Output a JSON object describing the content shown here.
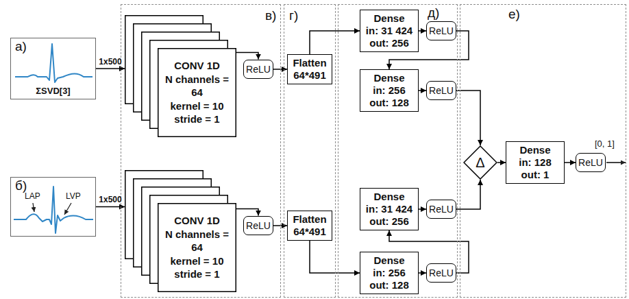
{
  "diagram": {
    "nodes": [
      {
        "text": [
          "а)",
          "ΣSVD[3]"
        ]
      },
      {
        "text": [
          "б)"
        ]
      },
      {
        "text": [
          "в)"
        ]
      },
      {
        "text": [
          "CONV 1D",
          "N channels = 64",
          "kernel = 10",
          "stride = 1"
        ],
        "in": 2
      },
      {
        "text": [
          "ReLU"
        ],
        "in": 2
      },
      {
        "text": [
          "CONV 1D",
          "N channels = 64",
          "kernel = 10",
          "stride = 1"
        ],
        "in": 2
      },
      {
        "text": [
          "ReLU"
        ],
        "in": 2
      },
      {
        "text": [
          "г)"
        ]
      },
      {
        "text": [
          "Flatten",
          "64*491"
        ],
        "in": 7
      },
      {
        "text": [
          "Flatten",
          "64*491"
        ],
        "in": 7
      },
      {
        "text": [
          "д)"
        ]
      },
      {
        "text": [
          "Dense",
          "in: 31 424",
          "out: 256"
        ],
        "in": 10
      },
      {
        "text": [
          "ReLU"
        ],
        "in": 10
      },
      {
        "text": [
          "Dense",
          "in: 256",
          "out: 128"
        ],
        "in": 10
      },
      {
        "text": [
          "ReLU"
        ],
        "in": 10
      },
      {
        "text": [
          "Dense",
          "in: 31 424",
          "out: 256"
        ],
        "in": 10
      },
      {
        "text": [
          "ReLU"
        ],
        "in": 10
      },
      {
        "text": [
          "Dense",
          "in: 256",
          "out: 128"
        ],
        "in": 10
      },
      {
        "text": [
          "ReLU"
        ],
        "in": 10
      },
      {
        "text": [
          "е)"
        ]
      },
      {
        "text": [
          "Δ"
        ],
        "in": 19
      },
      {
        "text": [
          "Dense",
          "in: 128",
          "out: 1"
        ],
        "in": 19
      },
      {
        "text": [
          "ReLU"
        ],
        "in": 19
      }
    ],
    "edges": [
      {
        "from": 0,
        "to": 3,
        "arrow": "to",
        "label": "1x500"
      },
      {
        "from": 1,
        "to": 5,
        "arrow": "to",
        "label": "1x500"
      },
      {
        "from": 3,
        "to": 4,
        "arrow": "to"
      },
      {
        "from": 4,
        "to": 8,
        "arrow": "to"
      },
      {
        "from": 5,
        "to": 6,
        "arrow": "to"
      },
      {
        "from": 6,
        "to": 9,
        "arrow": "to"
      },
      {
        "from": 8,
        "to": 11,
        "arrow": "to"
      },
      {
        "from": 11,
        "to": 12,
        "arrow": "to"
      },
      {
        "from": 12,
        "to": 13,
        "arrow": "to"
      },
      {
        "from": 13,
        "to": 14,
        "arrow": "to"
      },
      {
        "from": 14,
        "to": 20,
        "arrow": "to"
      },
      {
        "from": 9,
        "to": 17,
        "arrow": "to"
      },
      {
        "from": 17,
        "to": 18,
        "arrow": "to"
      },
      {
        "from": 18,
        "to": 15,
        "arrow": "to"
      },
      {
        "from": 15,
        "to": 16,
        "arrow": "to"
      },
      {
        "from": 16,
        "to": 20,
        "arrow": "to"
      },
      {
        "from": 20,
        "to": 21,
        "arrow": "to"
      },
      {
        "from": 21,
        "to": 22,
        "arrow": "to"
      }
    ],
    "labels": [
      "LAP",
      "LVP",
      "[0, 1]"
    ]
  }
}
